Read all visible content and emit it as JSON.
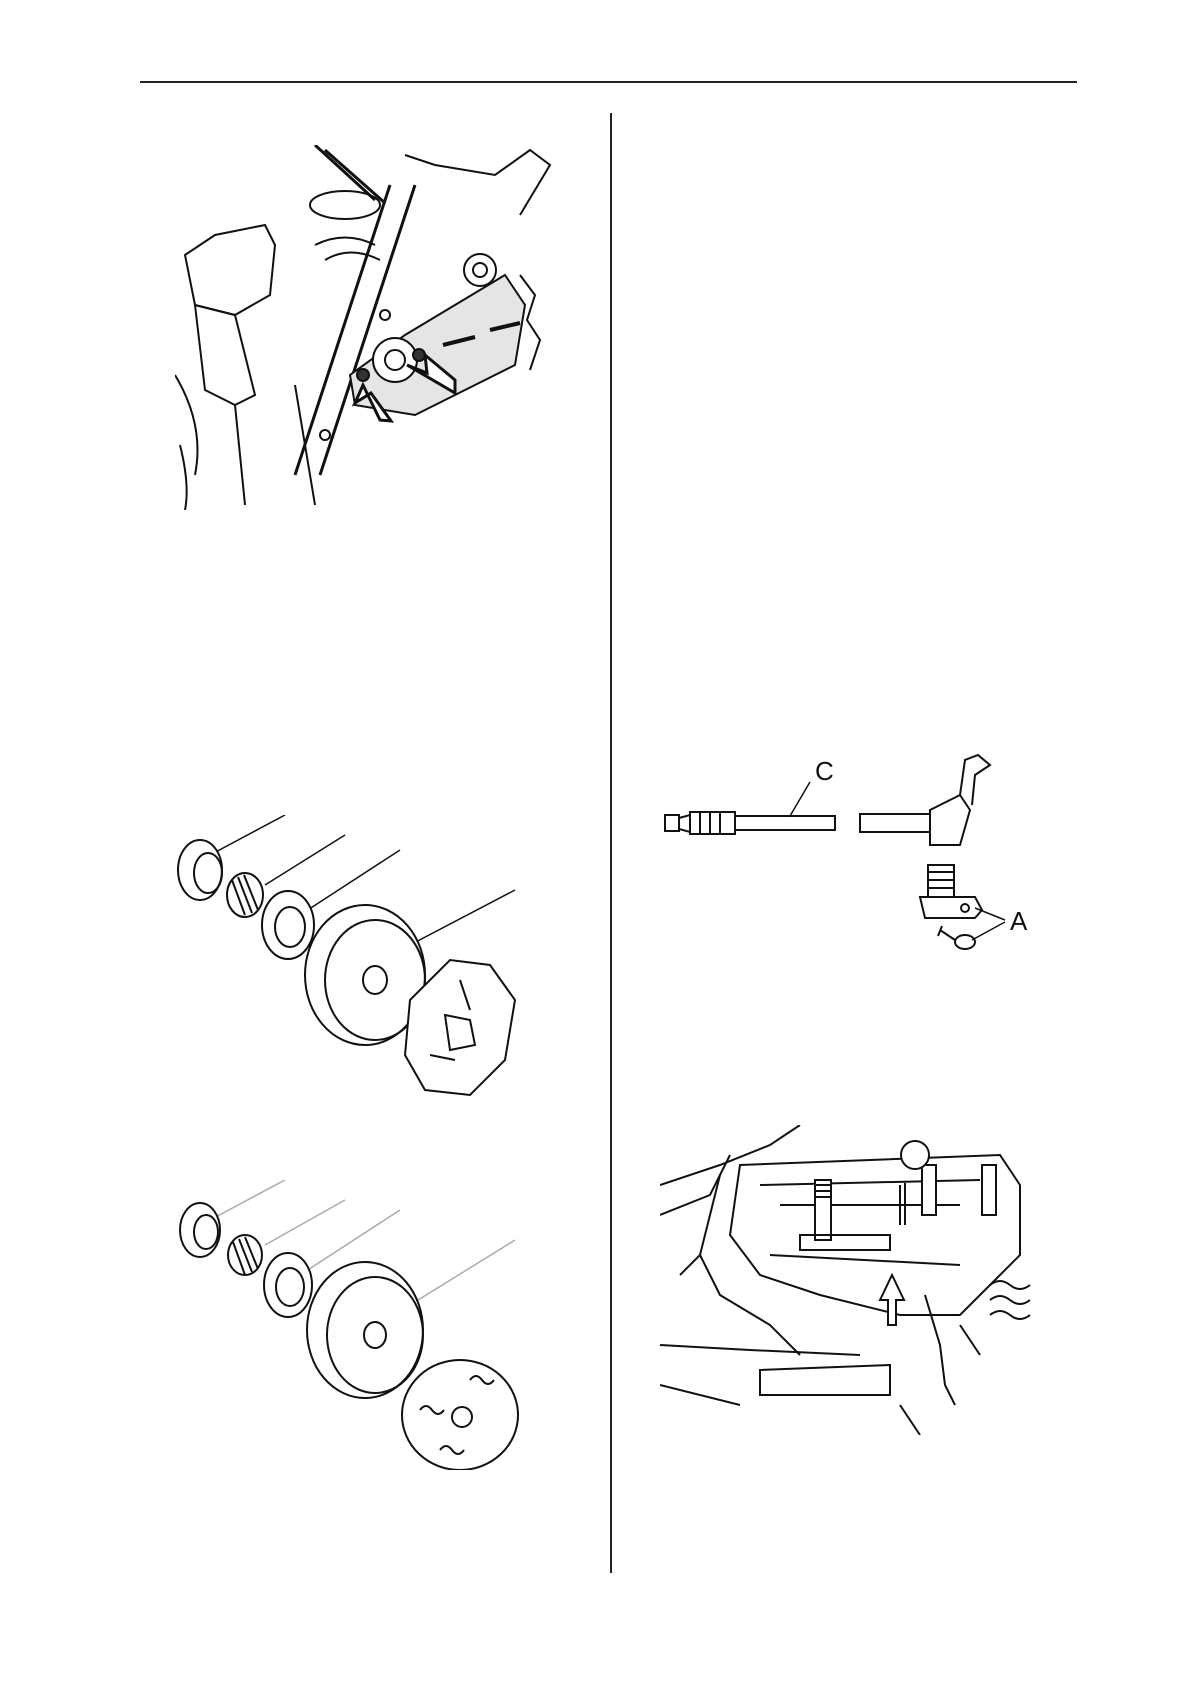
{
  "figures": {
    "clutch_removal": {
      "arrow_count": 2
    },
    "oil_pump": {
      "callouts": [
        "C",
        "A"
      ]
    },
    "clutch_exploded_a": {},
    "clutch_exploded_b": {},
    "pump_installed": {}
  }
}
